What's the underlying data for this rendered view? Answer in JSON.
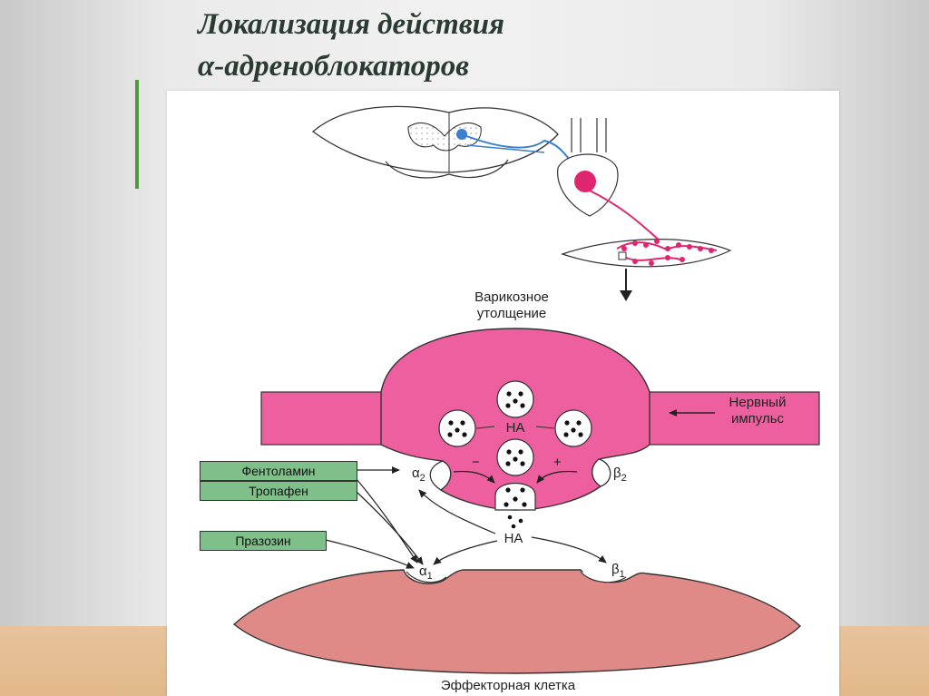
{
  "title": {
    "line1": "Локализация действия",
    "line2": "α-адреноблокаторов"
  },
  "diagram": {
    "varicose_label_1": "Варикозное",
    "varicose_label_2": "утолщение",
    "impulse_label_1": "Нервный",
    "impulse_label_2": "импульс",
    "na_center": "НА",
    "na_lower": "НА",
    "minus": "−",
    "plus": "+",
    "receptor_alpha2": "α",
    "receptor_alpha2_sub": "2",
    "receptor_beta2": "β",
    "receptor_beta2_sub": "2",
    "receptor_alpha1": "α",
    "receptor_alpha1_sub": "1",
    "receptor_beta1": "β",
    "receptor_beta1_sub": "1",
    "effector_label": "Эффекторная клетка"
  },
  "drugs": {
    "phentolamine": "Фентоламин",
    "tropafen": "Тропафен",
    "prazosin": "Празозин"
  },
  "colors": {
    "terminal_pink": "#ee5fa0",
    "effector_cell": "#e08a88",
    "drug_box_green": "#7fbf8a",
    "neuron_blue": "#3a7fd0",
    "neuron_magenta": "#e0256f"
  }
}
